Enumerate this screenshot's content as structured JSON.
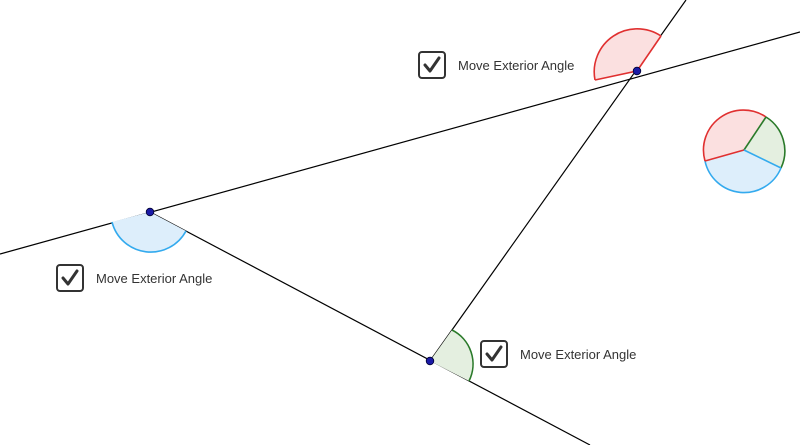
{
  "checkboxes": {
    "top": {
      "label": "Move Exterior Angle",
      "checked": true
    },
    "left": {
      "label": "Move Exterior Angle",
      "checked": true
    },
    "bottom": {
      "label": "Move Exterior Angle",
      "checked": true
    }
  },
  "colors": {
    "line": "#000000",
    "point": "#1a1aa6",
    "angle_red_stroke": "#e03030",
    "angle_red_fill": "#fbe0e0",
    "angle_blue_stroke": "#33aaee",
    "angle_blue_fill": "#ddeefb",
    "angle_green_stroke": "#2a7a2a",
    "angle_green_fill": "#e4efe0"
  }
}
